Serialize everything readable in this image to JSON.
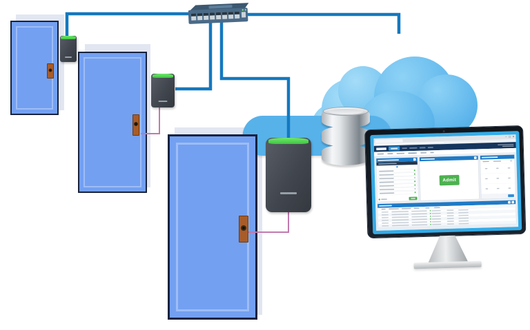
{
  "screen_ui": {
    "admit_button": {
      "label": "Admit",
      "color": "#4cb24f"
    },
    "window_icons": {
      "minimize": "–",
      "maximize": "▢",
      "close": "✕"
    },
    "left_panel": {
      "row_statuses": [
        "green",
        "green",
        "gray",
        "green",
        "green",
        "gray",
        "green"
      ]
    },
    "keypad_panel": {
      "rows": 3,
      "cols": 3
    },
    "events_table": {
      "row_count": 6,
      "status_dot_color": "green"
    }
  },
  "diagram": {
    "node_names": [
      "door-1",
      "door-2",
      "door-3",
      "card-reader-1",
      "card-reader-2",
      "card-reader-3",
      "network-switch",
      "cloud",
      "database",
      "monitor"
    ],
    "colors": {
      "ethernet_cable": "#1478bf",
      "reader_data_cable": "#c278ae",
      "door_fill": "#73a0f1",
      "door_border": "#16223d",
      "door_shadow": "#e2e6f1",
      "reader_led_green": "#4fd54f",
      "cloud_front": "#57b2ea",
      "cloud_back": "#79c6f1",
      "app_header_navy": "#15355d",
      "panel_header_blue": "#1e7ac6",
      "switch_body": "#4a6a87"
    }
  }
}
